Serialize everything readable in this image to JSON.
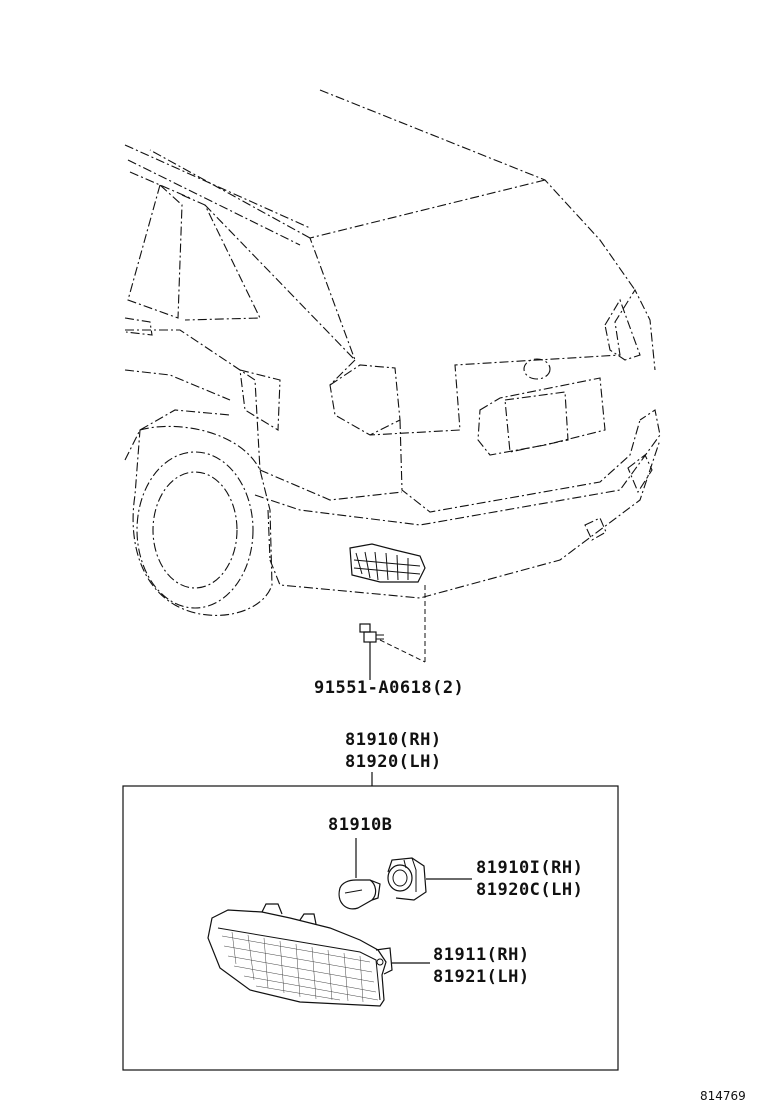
{
  "vehicle_view": {
    "fastener_label": "91551-A0618(2)"
  },
  "assembly": {
    "label_rh": "81910(RH)",
    "label_lh": "81920(LH)"
  },
  "parts": {
    "bulb_label": "81910B",
    "socket_label_rh": "81910I(RH)",
    "socket_label_lh": "81920C(LH)",
    "lens_label_rh": "81911(RH)",
    "lens_label_lh": "81921(LH)"
  },
  "figure_id": "814769"
}
